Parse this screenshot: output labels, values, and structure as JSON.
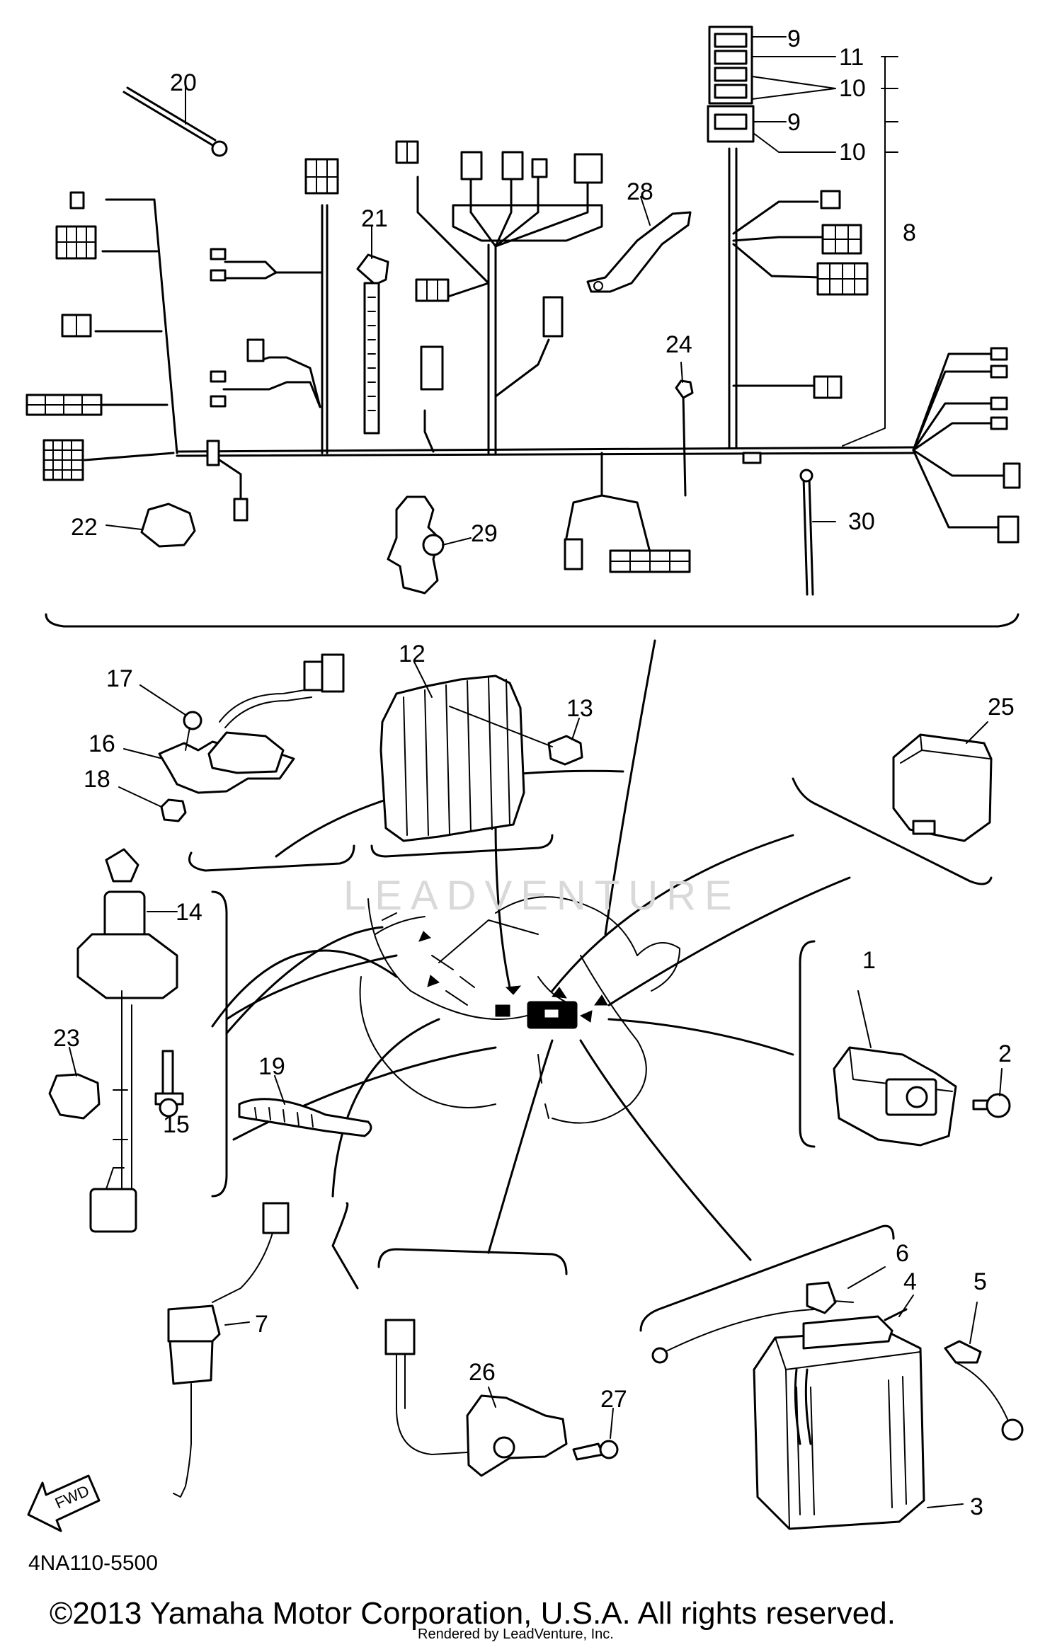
{
  "diagram": {
    "drawing_number": "4NA110-5500",
    "fwd_label": "FWD",
    "watermark": "LEADVENTURE",
    "callouts": [
      "1",
      "2",
      "3",
      "4",
      "5",
      "6",
      "7",
      "8",
      "9",
      "10",
      "11",
      "12",
      "13",
      "14",
      "15",
      "16",
      "17",
      "18",
      "19",
      "20",
      "21",
      "22",
      "23",
      "24",
      "25",
      "26",
      "27",
      "28",
      "29",
      "30"
    ],
    "callout_9_second": "9",
    "callout_10_second": "10"
  },
  "footer": {
    "copyright": "©2013 Yamaha Motor Corporation, U.S.A. All rights reserved.",
    "rendered_by": "Rendered by LeadVenture, Inc."
  }
}
